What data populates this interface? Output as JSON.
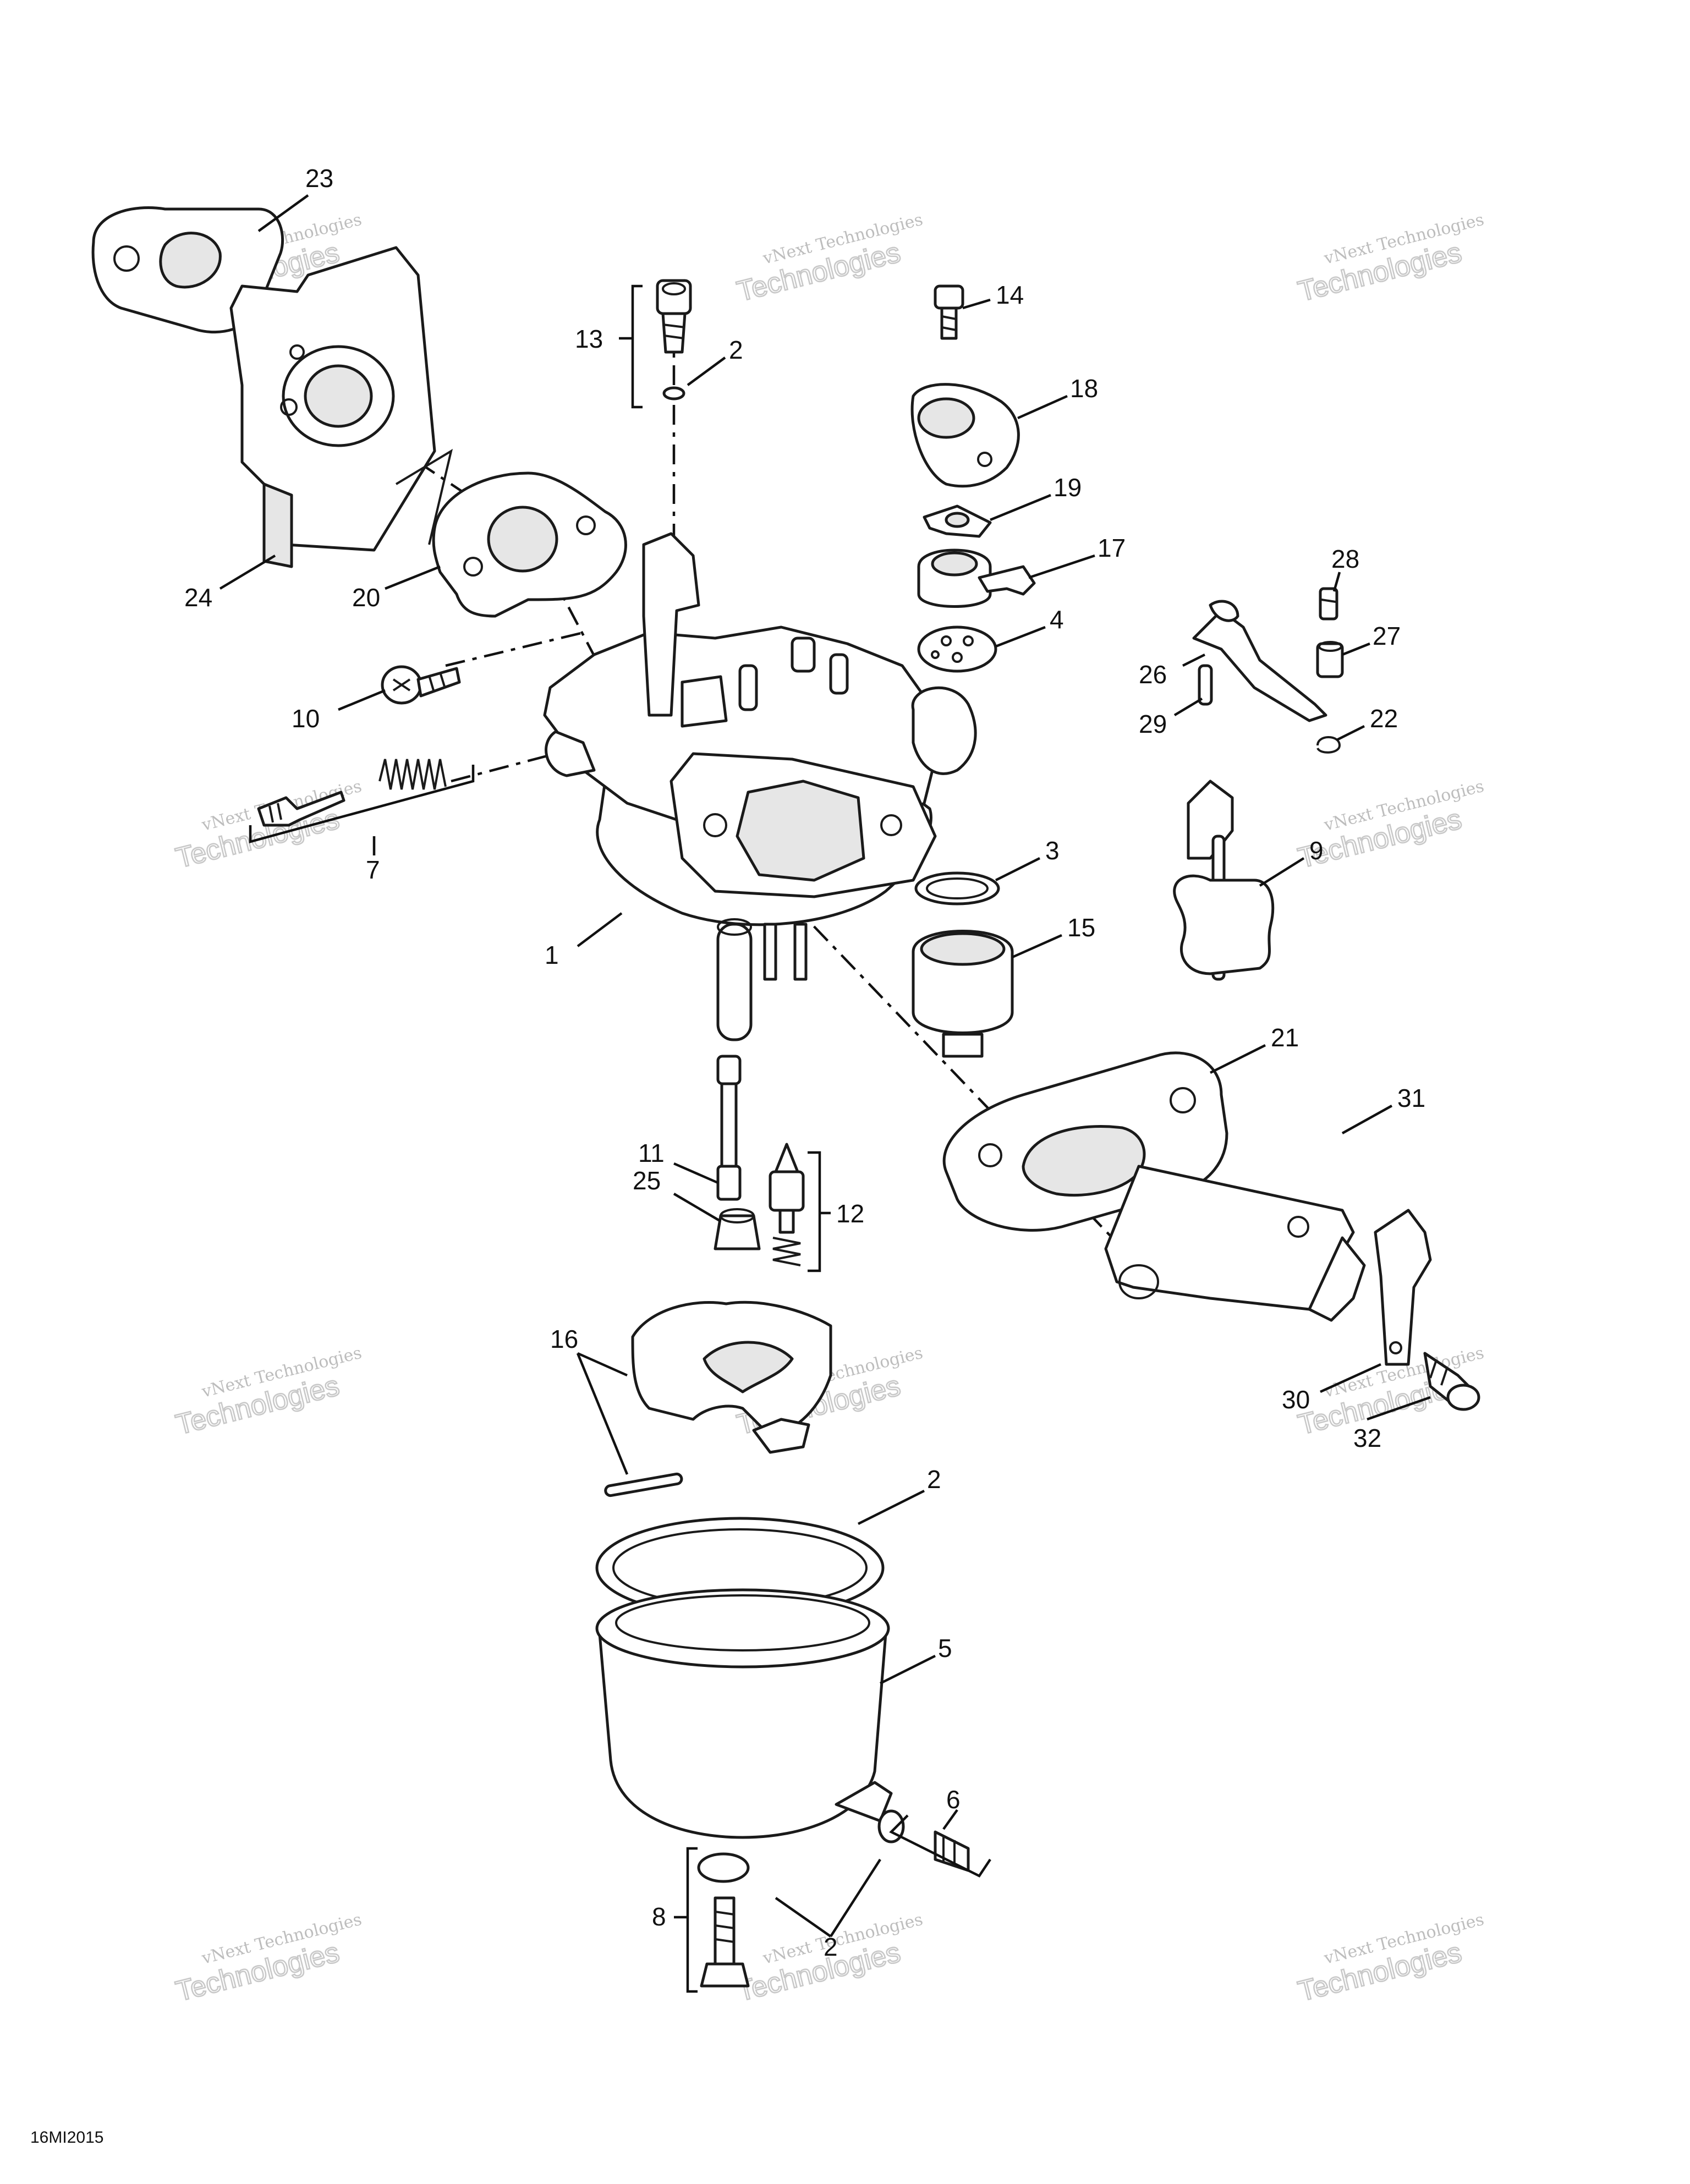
{
  "diagram": {
    "code": "16MI2015",
    "watermark": {
      "line1": "vNext Technologies",
      "line2": "Technologies"
    },
    "callouts": [
      {
        "id": "c23",
        "number": "23"
      },
      {
        "id": "c13",
        "number": "13"
      },
      {
        "id": "c2a",
        "number": "2"
      },
      {
        "id": "c14",
        "number": "14"
      },
      {
        "id": "c18",
        "number": "18"
      },
      {
        "id": "c19",
        "number": "19"
      },
      {
        "id": "c17",
        "number": "17"
      },
      {
        "id": "c4",
        "number": "4"
      },
      {
        "id": "c28",
        "number": "28"
      },
      {
        "id": "c27",
        "number": "27"
      },
      {
        "id": "c26",
        "number": "26"
      },
      {
        "id": "c29",
        "number": "29"
      },
      {
        "id": "c22",
        "number": "22"
      },
      {
        "id": "c24",
        "number": "24"
      },
      {
        "id": "c20",
        "number": "20"
      },
      {
        "id": "c10",
        "number": "10"
      },
      {
        "id": "c7",
        "number": "7"
      },
      {
        "id": "c1",
        "number": "1"
      },
      {
        "id": "c3",
        "number": "3"
      },
      {
        "id": "c15",
        "number": "15"
      },
      {
        "id": "c9",
        "number": "9"
      },
      {
        "id": "c21",
        "number": "21"
      },
      {
        "id": "c31",
        "number": "31"
      },
      {
        "id": "c11",
        "number": "11"
      },
      {
        "id": "c25",
        "number": "25"
      },
      {
        "id": "c12",
        "number": "12"
      },
      {
        "id": "c16",
        "number": "16"
      },
      {
        "id": "c30",
        "number": "30"
      },
      {
        "id": "c32",
        "number": "32"
      },
      {
        "id": "c2b",
        "number": "2"
      },
      {
        "id": "c5",
        "number": "5"
      },
      {
        "id": "c6",
        "number": "6"
      },
      {
        "id": "c8",
        "number": "8"
      },
      {
        "id": "c2c",
        "number": "2"
      }
    ]
  }
}
